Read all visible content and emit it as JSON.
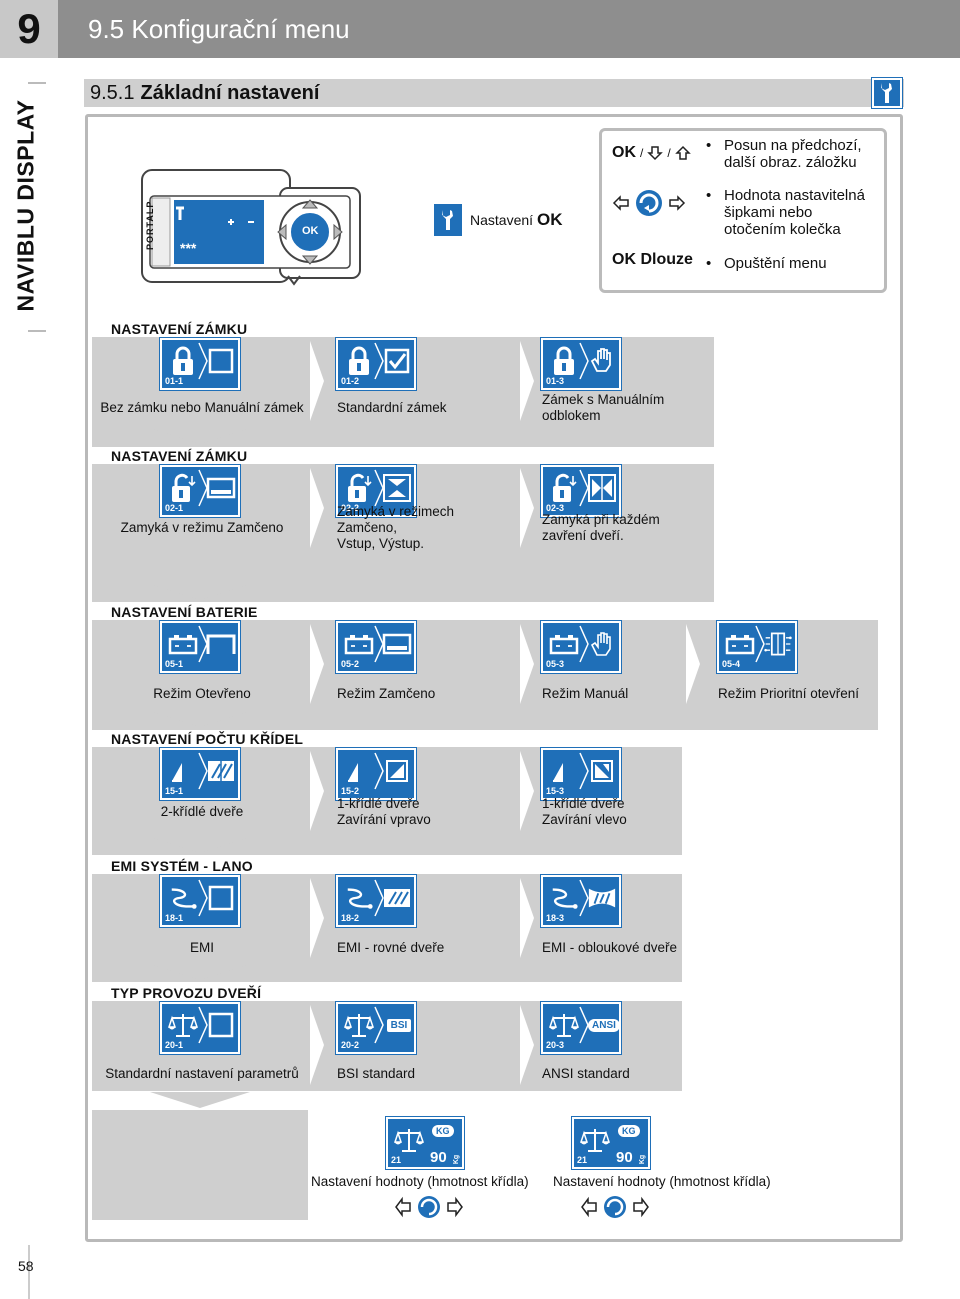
{
  "page": {
    "chapter": "9",
    "header_title": "9.5 Konfigurační menu",
    "side_title": "NAVIBLU DISPLAY",
    "page_number": "58"
  },
  "section": {
    "number": "9.5.1",
    "title": "Základní nastavení"
  },
  "device": {
    "brand": "PORTALP",
    "stars": "***",
    "ok": "OK"
  },
  "setting_hint": {
    "text": "Nastavení",
    "ok": "OK"
  },
  "legend": {
    "ok_label": "OK",
    "dlouze_label": "OK Dlouze",
    "items": [
      {
        "text1": "Posun na předchozí,",
        "text2": "další obraz. záložku",
        "text3": ""
      },
      {
        "text1": "Hodnota nastavitelná",
        "text2": "šipkami nebo",
        "text3": "otočením kolečka"
      },
      {
        "text1": "Opuštění menu",
        "text2": "",
        "text3": ""
      }
    ]
  },
  "rows": [
    {
      "title": "NASTAVENÍ ZÁMKU",
      "options": [
        {
          "code": "01-1",
          "caption": [
            "Bez zámku nebo Manuální zámek"
          ]
        },
        {
          "code": "01-2",
          "caption": [
            "Standardní zámek"
          ]
        },
        {
          "code": "01-3",
          "caption": [
            "Zámek s Manuálním",
            "odblokem"
          ]
        }
      ]
    },
    {
      "title": "NASTAVENÍ ZÁMKU",
      "options": [
        {
          "code": "02-1",
          "caption": [
            "Zamyká v režimu Zamčeno"
          ]
        },
        {
          "code": "02-2",
          "caption": [
            "Zamyká v režimech",
            "Zamčeno,",
            "Vstup, Výstup."
          ]
        },
        {
          "code": "02-3",
          "caption": [
            "Zamyká při každém",
            "zavření dveří."
          ]
        }
      ]
    },
    {
      "title": "NASTAVENÍ BATERIE",
      "options": [
        {
          "code": "05-1",
          "caption": [
            "Režim Otevřeno"
          ]
        },
        {
          "code": "05-2",
          "caption": [
            "Režim Zamčeno"
          ]
        },
        {
          "code": "05-3",
          "caption": [
            "Režim Manuál"
          ]
        },
        {
          "code": "05-4",
          "caption": [
            "Režim Prioritní otevření"
          ]
        }
      ]
    },
    {
      "title": "NASTAVENÍ POČTU KŘÍDEL",
      "options": [
        {
          "code": "15-1",
          "caption": [
            "2-křídlé dveře"
          ]
        },
        {
          "code": "15-2",
          "caption": [
            "1-křídlé dveře",
            "Zavírání vpravo"
          ]
        },
        {
          "code": "15-3",
          "caption": [
            "1-křídlé dveře",
            "Zavírání vlevo"
          ]
        }
      ]
    },
    {
      "title": "EMI SYSTÉM - LANO",
      "options": [
        {
          "code": "18-1",
          "caption": [
            "EMI"
          ]
        },
        {
          "code": "18-2",
          "caption": [
            "EMI - rovné dveře"
          ]
        },
        {
          "code": "18-3",
          "caption": [
            "EMI - obloukové dveře"
          ]
        }
      ]
    },
    {
      "title": "TYP PROVOZU DVEŘÍ",
      "options": [
        {
          "code": "20-1",
          "caption": [
            "Standardní nastavení parametrů"
          ]
        },
        {
          "code": "20-2",
          "caption": [
            "BSI standard"
          ],
          "badge": "BSI"
        },
        {
          "code": "20-3",
          "caption": [
            "ANSI standard"
          ],
          "badge": "ANSI"
        }
      ]
    }
  ],
  "weight": [
    {
      "code": "21",
      "value": "90",
      "unit": "Kg",
      "badge": "KG",
      "caption": "Nastavení hodnoty (hmotnost křídla)"
    },
    {
      "code": "21",
      "value": "90",
      "unit": "Kg",
      "badge": "KG",
      "caption": "Nastavení hodnoty (hmotnost křídla)"
    }
  ]
}
